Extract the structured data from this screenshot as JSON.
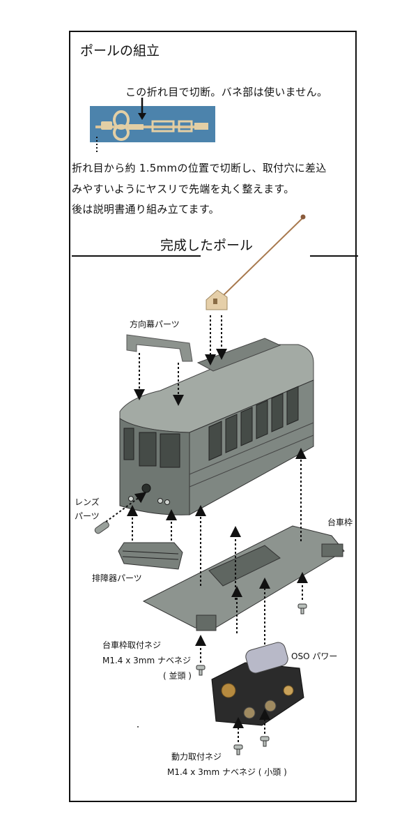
{
  "pole_assembly": {
    "title": "ポールの組立",
    "cut_note": "この折れ目で切断。バネ部は使いません。",
    "instructions": [
      "折れ目から約 1.5mmの位置で切断し、取付穴に差込",
      "みやすいようにヤスリで先端を丸く整えます。",
      "後は説明書通り組み立てます。"
    ]
  },
  "completed_pole": {
    "title": "完成したポール"
  },
  "parts": {
    "destination_sign": "方向幕パーツ",
    "lens_line1": "レンズ",
    "lens_line2": "パーツ",
    "bogie_frame": "台車枠",
    "cowcatcher": "排障器パーツ",
    "bogie_screw_line1": "台車枠取付ネジ",
    "bogie_screw_line2": "M1.4 x 3mm ナベネジ",
    "bogie_screw_line3": "( 並頭 )",
    "oso_power": "OSO パワー",
    "power_screw_line1": "動力取付ネジ",
    "power_screw_line2": "M1.4 x 3mm ナベネジ ( 小頭 )"
  },
  "colors": {
    "body_gray": "#8a918b",
    "body_dark": "#4d534f",
    "brass": "#c9b48a",
    "pole_copper": "#a8794e"
  }
}
